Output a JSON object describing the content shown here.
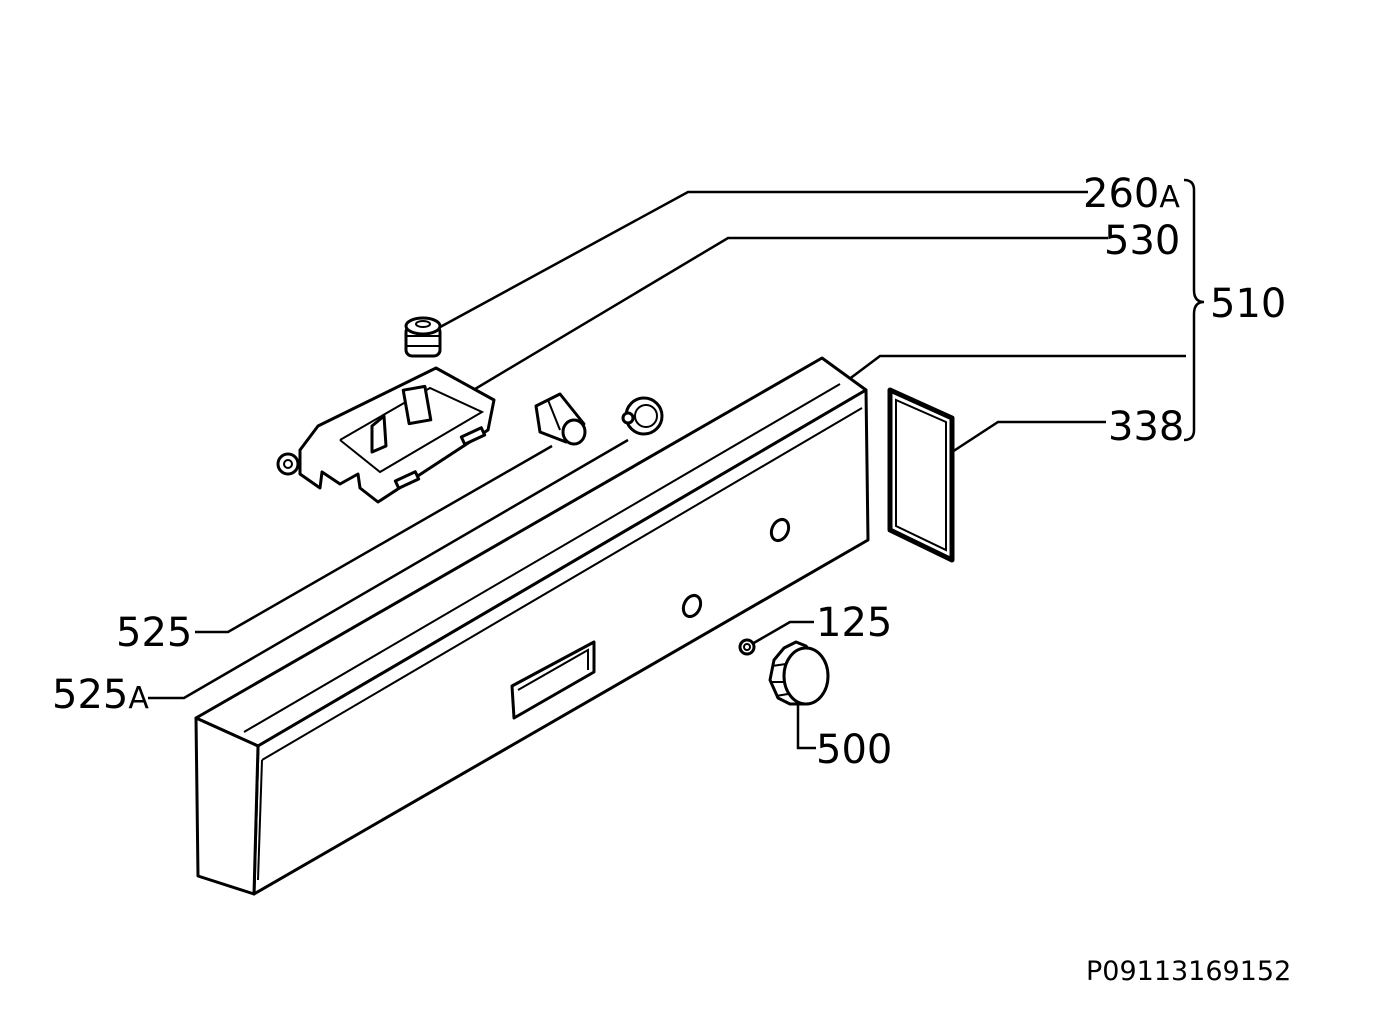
{
  "labels": {
    "part_260": "260",
    "part_260_suffix": "A",
    "part_530": "530",
    "part_510": "510",
    "part_338": "338",
    "part_525": "525",
    "part_525a": "525",
    "part_525a_suffix": "A",
    "part_125": "125",
    "part_500": "500"
  },
  "footer": {
    "drawing_code": "P09113169152"
  },
  "colors": {
    "line": "#000000",
    "background": "#ffffff"
  }
}
